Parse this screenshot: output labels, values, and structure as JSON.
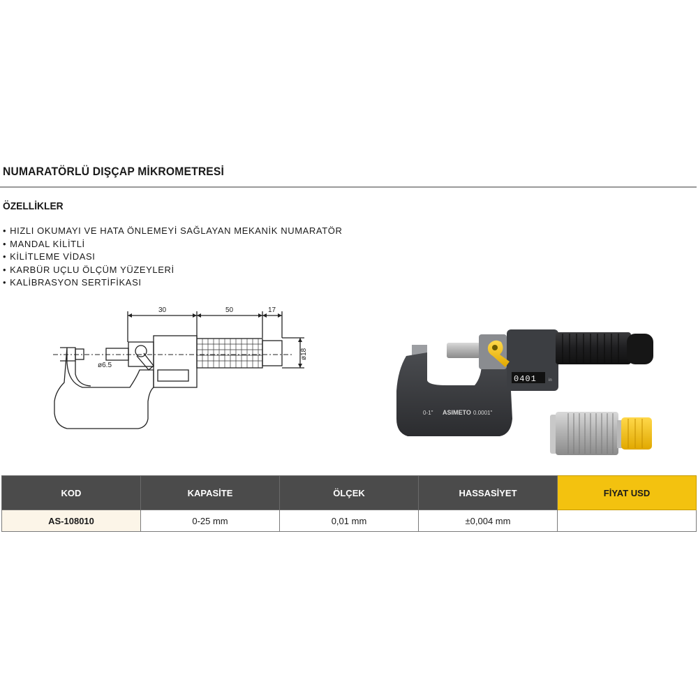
{
  "header": {
    "title": "NUMARATÖRLÜ DIŞÇAP MİKROMETRESİ",
    "section_title": "ÖZELLİKLER"
  },
  "features": [
    "HIZLI OKUMAYI VE HATA ÖNLEMEYİ SAĞLAYAN MEKANİK NUMARATÖR",
    "MANDAL KİLİTLİ",
    "KİLİTLEME VİDASI",
    "KARBÜR UÇLU ÖLÇÜM YÜZEYLERİ",
    "KALİBRASYON SERTİFİKASI"
  ],
  "drawing": {
    "dim_30": "30",
    "dim_50": "50",
    "dim_17": "17",
    "dia_spindle": "ø6.5",
    "dia_thimble": "ø18"
  },
  "photo": {
    "frame_range": "0-1\"",
    "brand": "ASIMETO",
    "frame_resolution": "0.0001\"",
    "counter_digits": "0401",
    "counter_unit": "in"
  },
  "table": {
    "headers": [
      "KOD",
      "KAPASİTE",
      "ÖLÇEK",
      "HASSASİYET",
      "FİYAT USD"
    ],
    "rows": [
      [
        "AS-108010",
        "0-25 mm",
        "0,01 mm",
        "±0,004 mm",
        ""
      ]
    ]
  },
  "colors": {
    "header_bg": "#4b4b4b",
    "price_header_bg": "#f3c20f",
    "code_cell_bg": "#fcf5e8",
    "rule": "#9a9a9a"
  }
}
